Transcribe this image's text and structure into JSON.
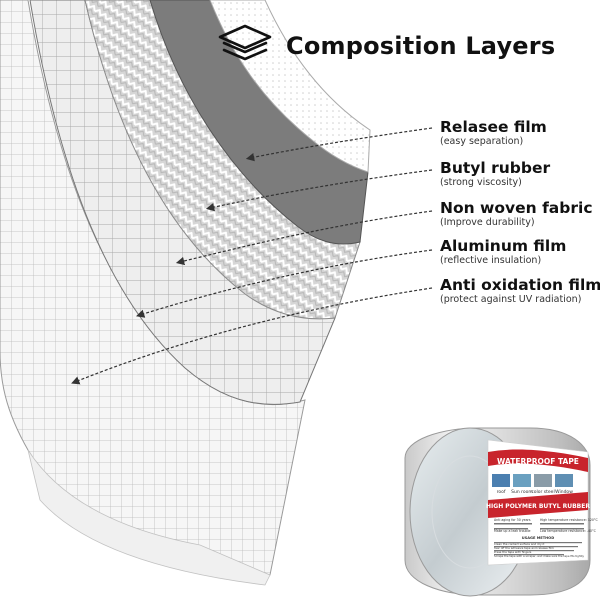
{
  "title": "Composition Layers",
  "icons": {
    "title": "stacked-layers-icon"
  },
  "layers": [
    {
      "name": "Relasee film",
      "desc": "(easy separation)"
    },
    {
      "name": "Butyl rubber",
      "desc": "(strong viscosity)"
    },
    {
      "name": "Non woven fabric",
      "desc": "(Improve durability)"
    },
    {
      "name": "Aluminum film",
      "desc": "(reflective insulation)"
    },
    {
      "name": "Anti oxidation film",
      "desc": "(protect against UV radiation)"
    }
  ],
  "product": {
    "label_top": "WATERPROOF TAPE",
    "label_main": "HIGH POLYMER BUTYL RUBBER",
    "thumb_labels": [
      "roof",
      "Sun room",
      "color steel",
      "Window"
    ],
    "features_left": [
      "Anti aging for 30 years",
      "Make up a leak trouble"
    ],
    "features_right": [
      "High temperature resistance: 120°C",
      "Low temperature resistance: -40°C"
    ],
    "usage_title": "USAGE METHOD",
    "usage_steps": [
      "Clean the contact surface and dry it",
      "Tear off the adhesive tape and release film",
      "Press the tape with fingers",
      "Scrape the tape with a scraper, and make sure the tape fits tightly"
    ]
  },
  "colors": {
    "accent_red": "#c8242c",
    "butyl_gray": "#7a7a7a",
    "outline_gray": "#555555",
    "text": "#111111"
  }
}
